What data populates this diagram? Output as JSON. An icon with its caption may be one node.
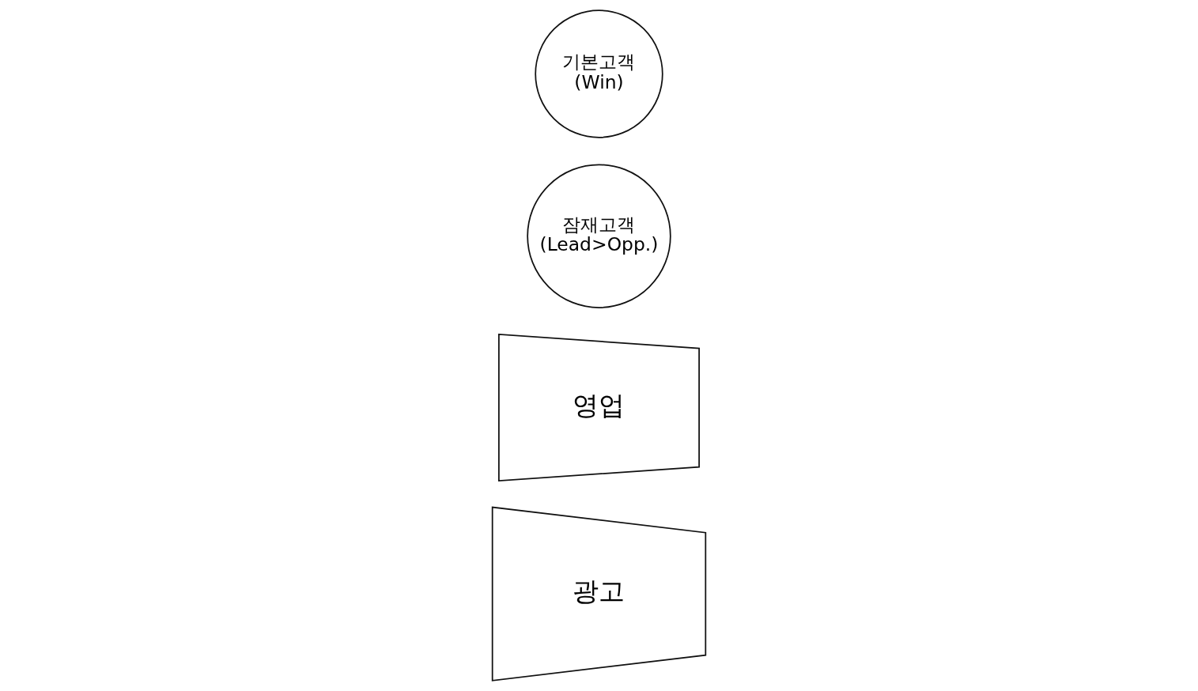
{
  "diagram": {
    "nodes": [
      {
        "text": [
          "광고"
        ]
      },
      {
        "text": [
          "영업"
        ]
      },
      {
        "text": [
          "잠재고객",
          "(Lead>Opp.)"
        ]
      },
      {
        "text": [
          "기본고객",
          "(Win)"
        ]
      }
    ],
    "edges": []
  }
}
